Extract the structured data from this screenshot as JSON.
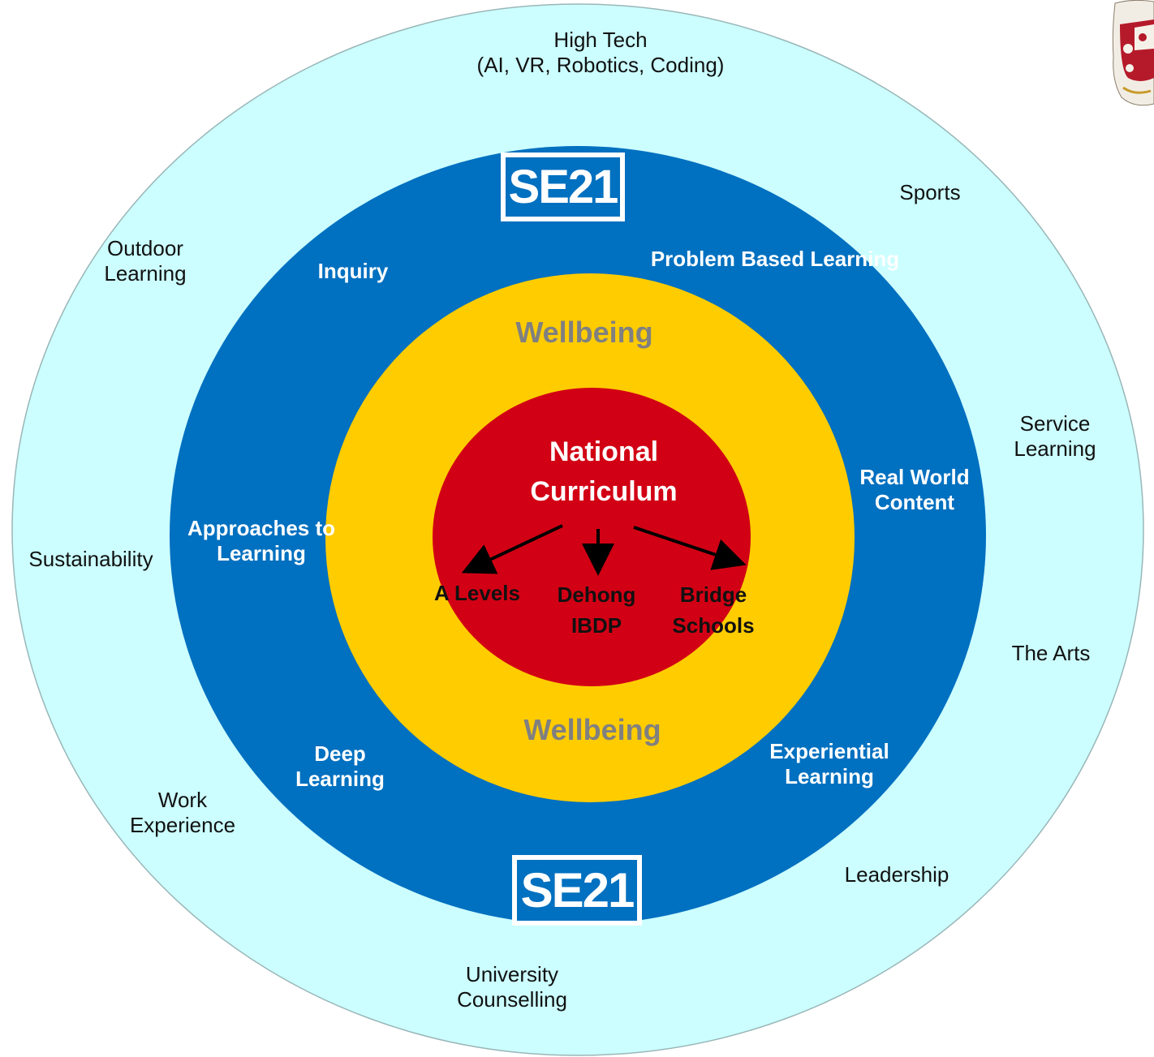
{
  "colors": {
    "outer_ring": "#ccfeff",
    "middle_ring": "#0070c0",
    "inner_ring": "#ffcc00",
    "core": "#d20014",
    "wellbeing_text": "#808080"
  },
  "outer_ring": {
    "high_tech": "High Tech\n(AI, VR, Robotics, Coding)",
    "sports": "Sports",
    "outdoor_learning": "Outdoor\nLearning",
    "service_learning": "Service\nLearning",
    "sustainability": "Sustainability",
    "the_arts": "The Arts",
    "work_experience": "Work\nExperience",
    "leadership": "Leadership",
    "university_counselling": "University\nCounselling"
  },
  "middle_ring": {
    "logo_top": "SE21",
    "logo_bottom": "SE21",
    "inquiry": "Inquiry",
    "problem_based_learning": "Problem Based Learning",
    "real_world_content": "Real World\nContent",
    "approaches_to_learning": "Approaches to\nLearning",
    "deep_learning": "Deep\nLearning",
    "experiential_learning": "Experiential\nLearning"
  },
  "inner_ring": {
    "wellbeing_top": "Wellbeing",
    "wellbeing_bottom": "Wellbeing"
  },
  "core": {
    "title": "National\nCurriculum",
    "a_levels": "A Levels",
    "dehong_ibdp": "Dehong\nIBDP",
    "bridge_schools": "Bridge\nSchools"
  }
}
